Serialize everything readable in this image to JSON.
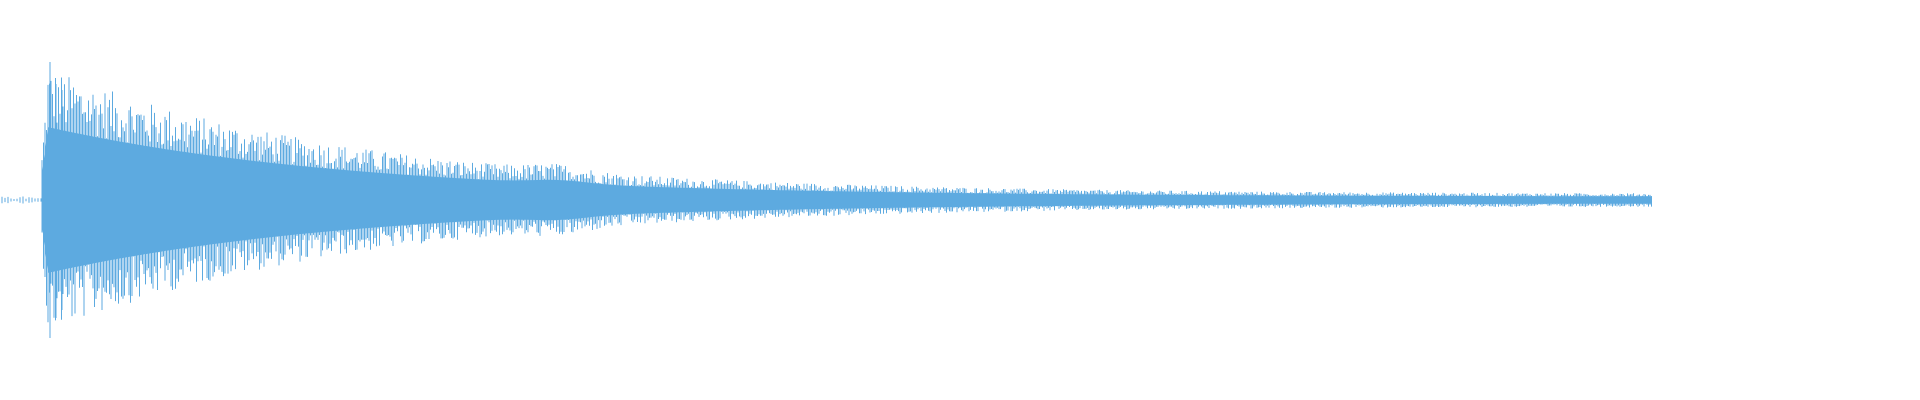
{
  "waveform": {
    "color": "#5DAAE0",
    "background": "#ffffff",
    "shape": "plucked-decay",
    "relative_peak_amplitude": 1.0,
    "relative_tail_amplitude": 0.04
  }
}
